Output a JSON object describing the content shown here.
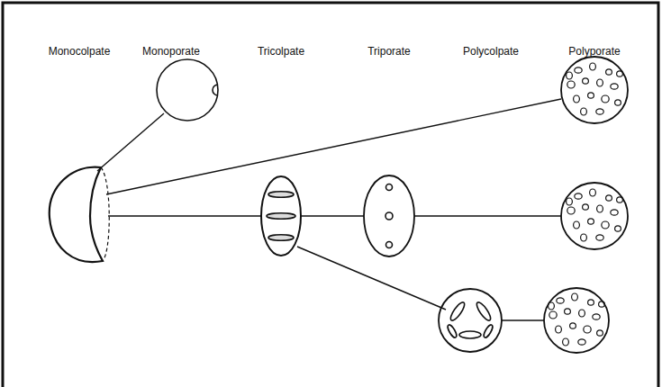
{
  "diagram": {
    "labels": [
      "Monocolpate",
      "Monoporate",
      "Tricolpate",
      "Triporate",
      "Polycolpate",
      "Polyporate"
    ]
  }
}
